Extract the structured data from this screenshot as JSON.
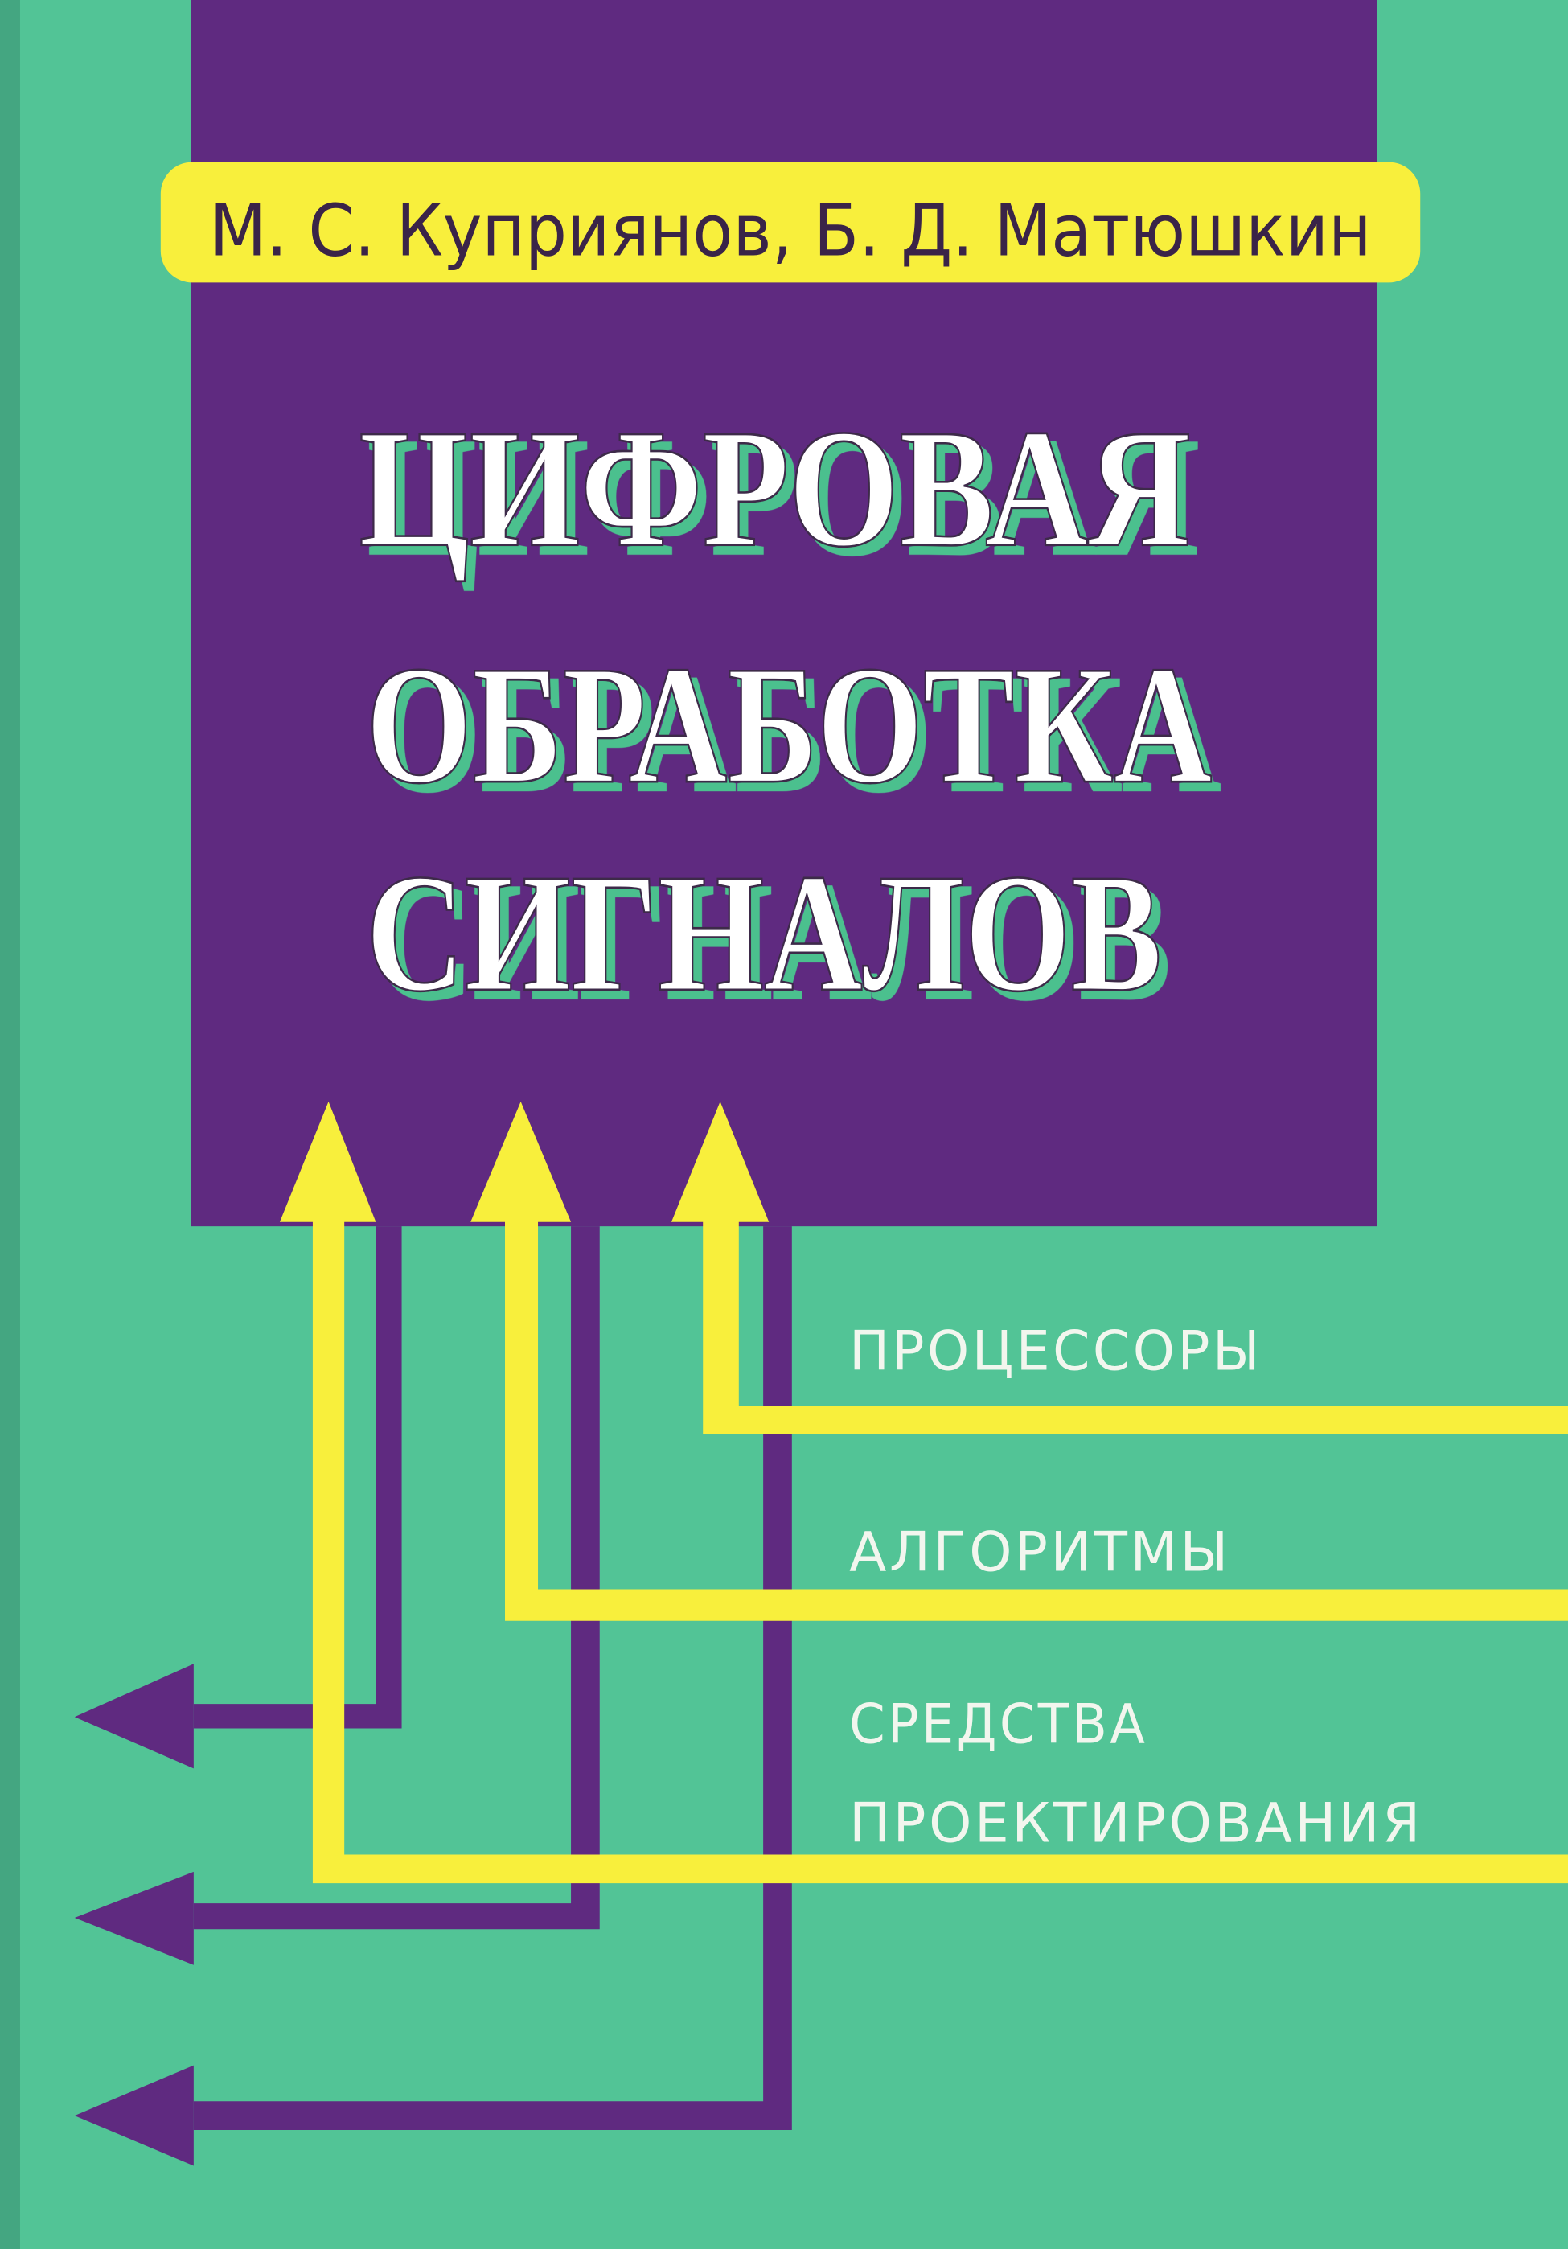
{
  "cover": {
    "authors": "М. С. Куприянов, Б. Д. Матюшкин",
    "title_lines": [
      "ЦИФРОВАЯ",
      "ОБРАБОТКА",
      "СИГНАЛОВ"
    ],
    "topics": [
      "ПРОЦЕССОРЫ",
      "АЛГОРИТМЫ",
      "СРЕДСТВА",
      "ПРОЕКТИРОВАНИЯ"
    ]
  },
  "colors": {
    "background": "#52c496",
    "panel": "#5f2a80",
    "accent": "#f8ef3c"
  }
}
